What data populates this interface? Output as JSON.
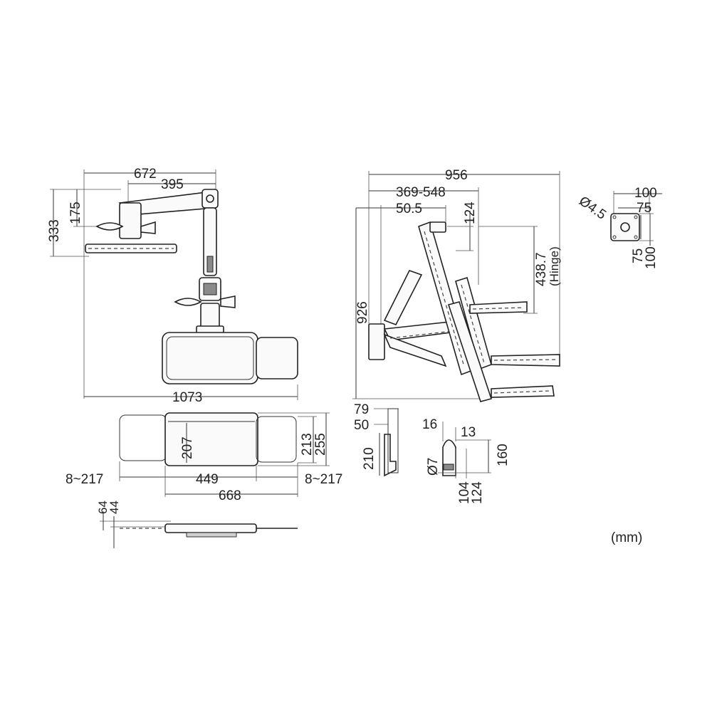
{
  "top_view": {
    "dim_arm_span": "672",
    "dim_arm_reach": "395",
    "dim_total_width": "1073",
    "dim_height_total": "333",
    "dim_height_upper": "175"
  },
  "side_view": {
    "dim_total_width": "956",
    "dim_range": "369-548",
    "dim_offset": "50.5",
    "dim_small": "124",
    "dim_hinge": "438.7",
    "hinge_label": "(Hinge)",
    "dim_total_height": "926"
  },
  "vesa": {
    "hole_dia": "Ø4.5",
    "w100": "100",
    "w75": "75",
    "h75": "75",
    "h100": "100"
  },
  "keyboard_tray": {
    "dim_207": "207",
    "dim_213": "213",
    "dim_255": "255",
    "dim_left_ext": "8~217",
    "dim_449": "449",
    "dim_right_ext": "8~217",
    "dim_668": "668",
    "dim_64": "64",
    "dim_44": "44"
  },
  "wall_plate": {
    "dim_79": "79",
    "dim_50": "50",
    "dim_210": "210"
  },
  "clamp": {
    "dim_16": "16",
    "dim_13": "13",
    "dim_7": "Ø7",
    "dim_160": "160",
    "dim_104": "104",
    "dim_124": "124"
  },
  "units": "(mm)"
}
